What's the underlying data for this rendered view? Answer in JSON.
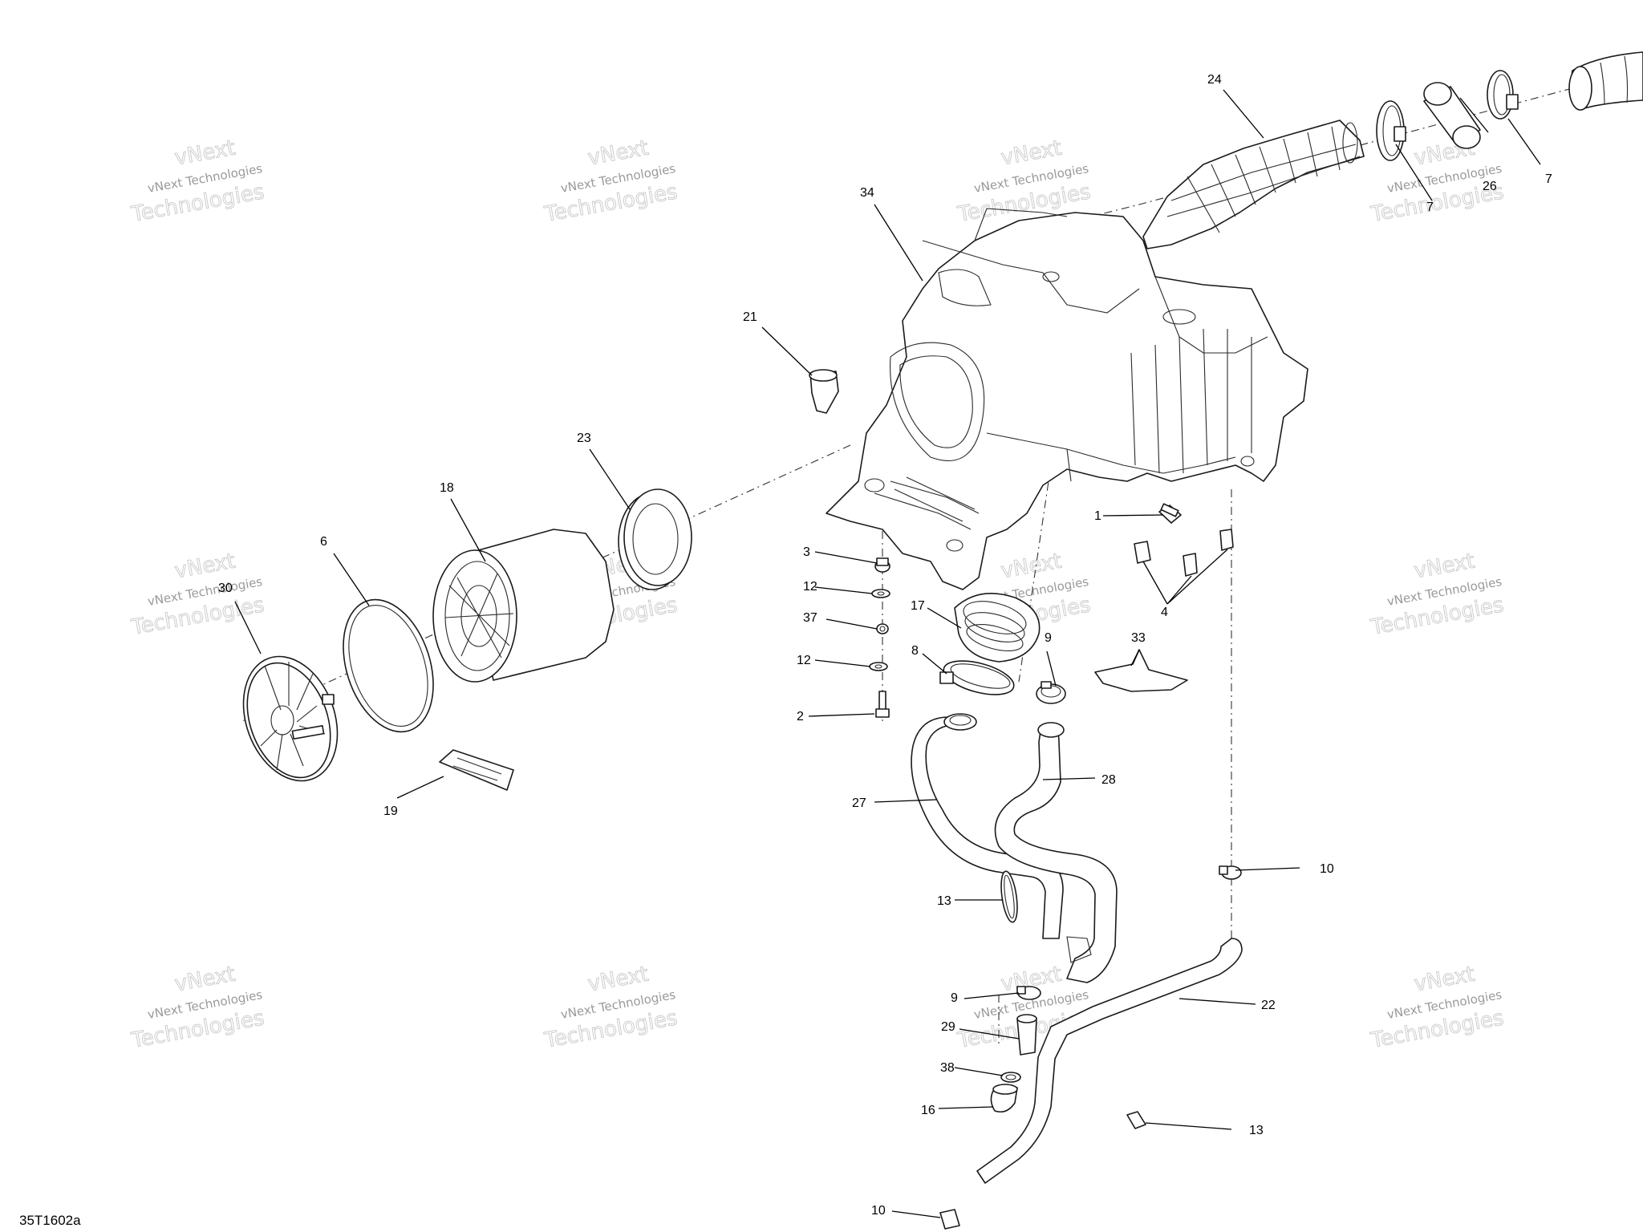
{
  "document_id": "35T1602a",
  "watermark": {
    "line1": "vNext",
    "line2": "vNext Technologies",
    "line3": "Technologies"
  },
  "callouts": [
    {
      "id": "c24a",
      "label": "24"
    },
    {
      "id": "c26",
      "label": "26"
    },
    {
      "id": "c7a",
      "label": "7"
    },
    {
      "id": "c7b",
      "label": "7"
    },
    {
      "id": "c34",
      "label": "34"
    },
    {
      "id": "c21",
      "label": "21"
    },
    {
      "id": "c23",
      "label": "23"
    },
    {
      "id": "c18",
      "label": "18"
    },
    {
      "id": "c6",
      "label": "6"
    },
    {
      "id": "c30",
      "label": "30"
    },
    {
      "id": "c19",
      "label": "19"
    },
    {
      "id": "c1",
      "label": "1"
    },
    {
      "id": "c3",
      "label": "3"
    },
    {
      "id": "c12a",
      "label": "12"
    },
    {
      "id": "c37",
      "label": "37"
    },
    {
      "id": "c12b",
      "label": "12"
    },
    {
      "id": "c2",
      "label": "2"
    },
    {
      "id": "c17",
      "label": "17"
    },
    {
      "id": "c8",
      "label": "8"
    },
    {
      "id": "c9a",
      "label": "9"
    },
    {
      "id": "c33",
      "label": "33"
    },
    {
      "id": "c4",
      "label": "4"
    },
    {
      "id": "c27",
      "label": "27"
    },
    {
      "id": "c28",
      "label": "28"
    },
    {
      "id": "c10a",
      "label": "10"
    },
    {
      "id": "c13a",
      "label": "13"
    },
    {
      "id": "c22",
      "label": "22"
    },
    {
      "id": "c9b",
      "label": "9"
    },
    {
      "id": "c29",
      "label": "29"
    },
    {
      "id": "c38",
      "label": "38"
    },
    {
      "id": "c16",
      "label": "16"
    },
    {
      "id": "c13b",
      "label": "13"
    },
    {
      "id": "c10b",
      "label": "10"
    }
  ]
}
